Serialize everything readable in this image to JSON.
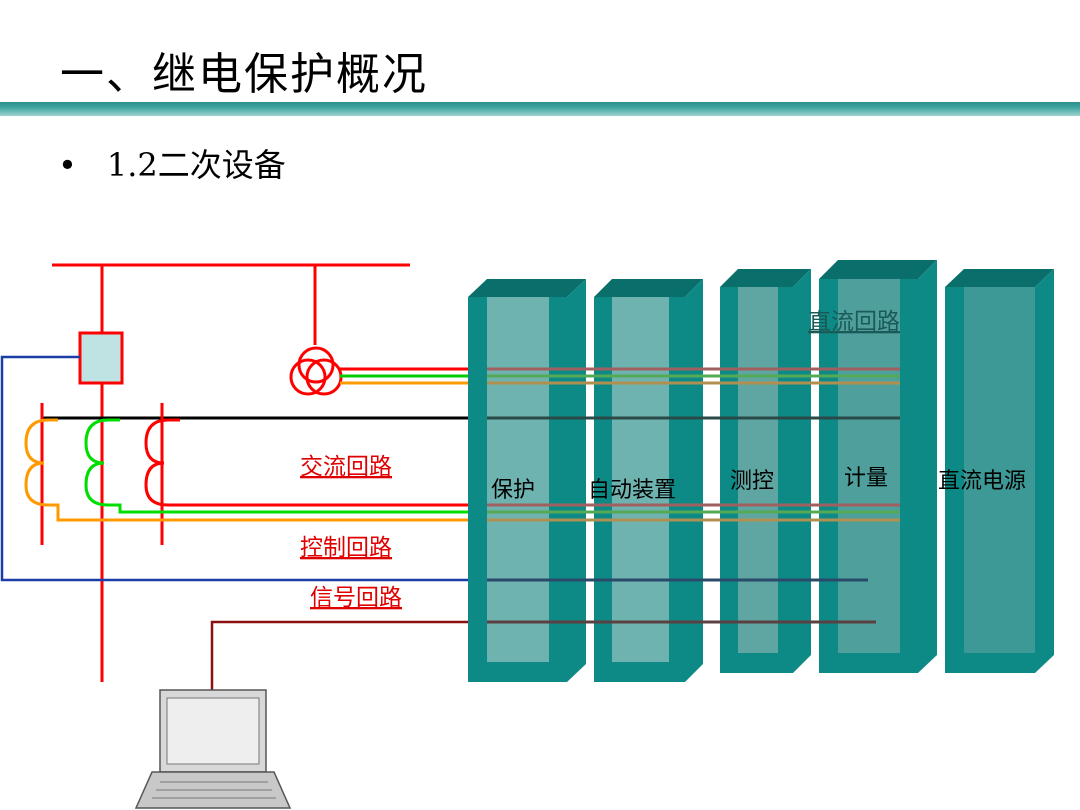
{
  "page": {
    "title": "一、继电保护概况",
    "subtitle_bullet": "•",
    "subtitle": "1.2二次设备"
  },
  "labels": {
    "ac_loop": "交流回路",
    "control_loop": "控制回路",
    "signal_loop": "信号回路",
    "dc_loop_partial": "直流回路"
  },
  "cabinets": [
    {
      "name": "保护"
    },
    {
      "name": "自动装置"
    },
    {
      "name": "测控"
    },
    {
      "name": "计量"
    },
    {
      "name": "直流电源"
    }
  ],
  "colors": {
    "accent": "#2a8f8a",
    "cabinet_front": "#6fb3b0",
    "cabinet_side": "#0e8a86",
    "cabinet_top": "#0a6f6b",
    "red": "#ff0000",
    "green": "#00cc00",
    "orange": "#ff9900",
    "black": "#000000",
    "blue": "#1a3da8",
    "brown": "#8b1010"
  },
  "icons": {
    "transformer": "transformer-icon",
    "breaker": "breaker-icon",
    "ct": "current-transformer-icon",
    "computer": "laptop-icon"
  }
}
